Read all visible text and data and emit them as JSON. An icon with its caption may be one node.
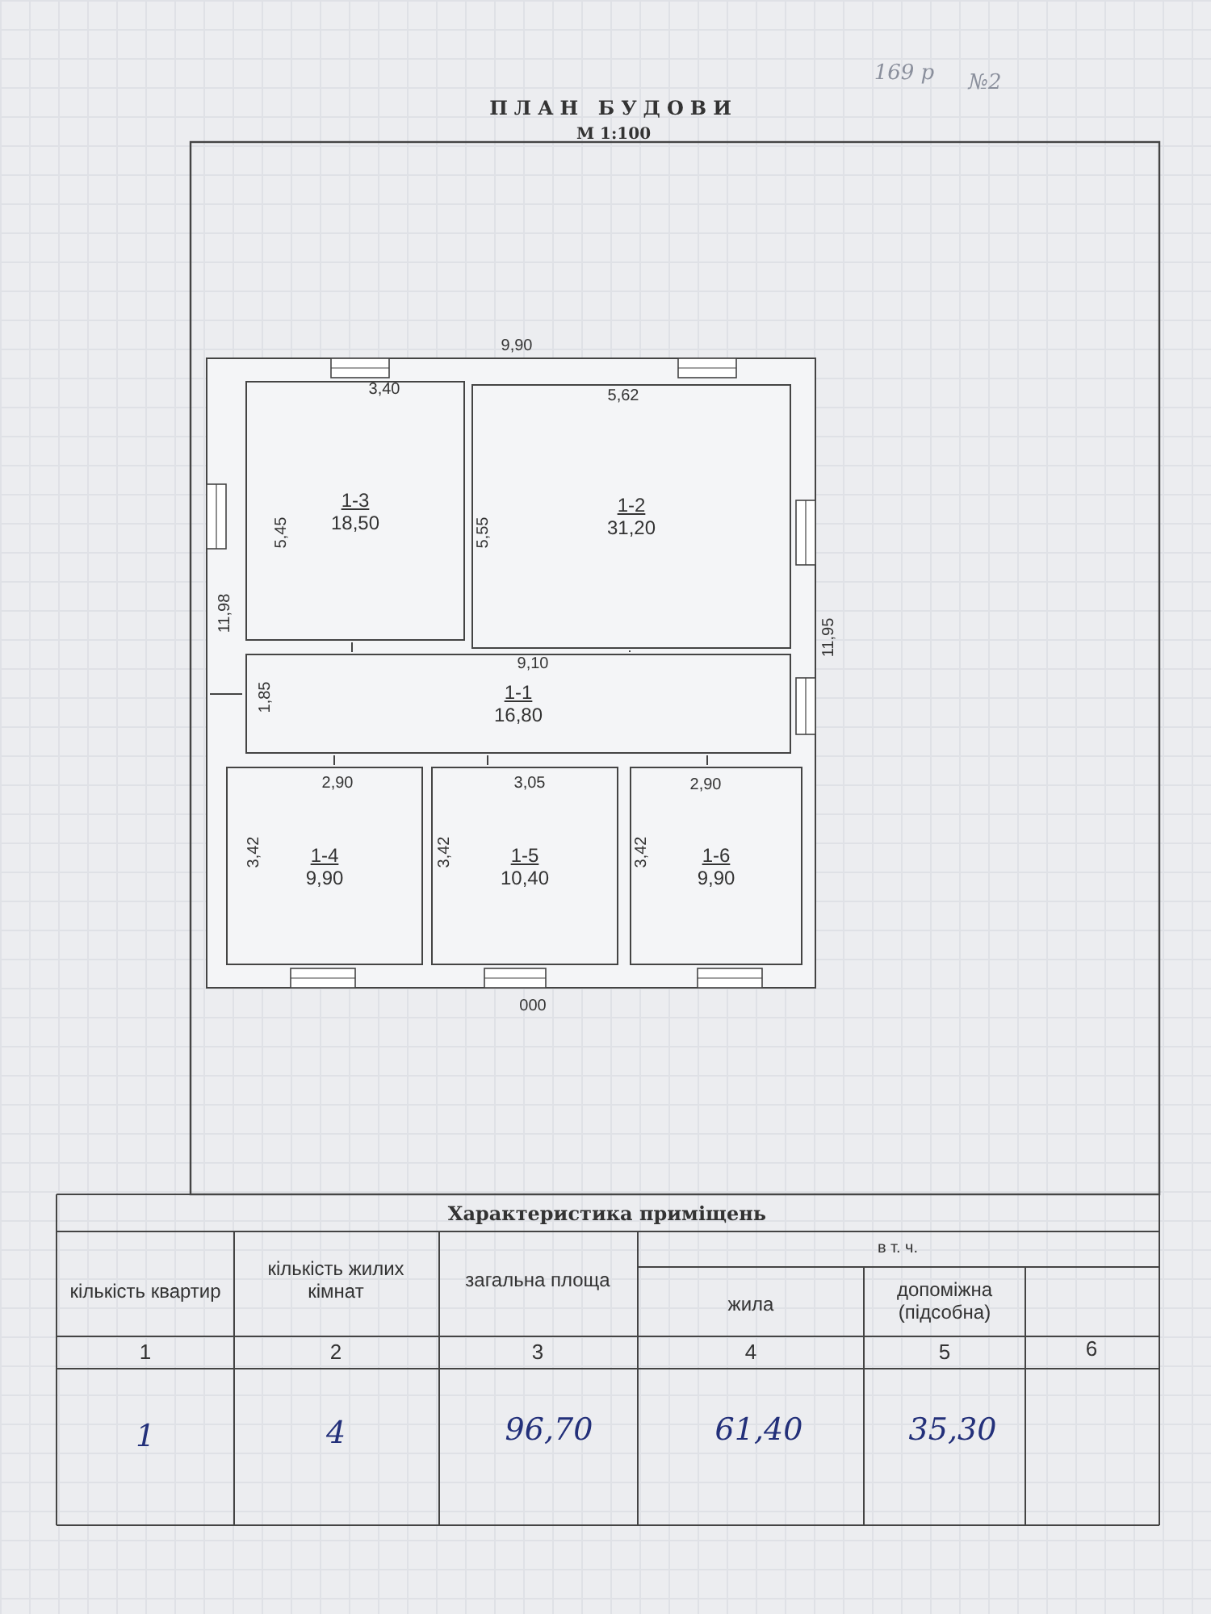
{
  "diagram": {
    "title": "ПЛАН БУДОВИ",
    "nodes": [
      {
        "text": [
          "1-3",
          "18,50"
        ]
      },
      {
        "text": [
          "1-2",
          "31,20"
        ]
      },
      {
        "text": [
          "1-1",
          "16,80"
        ]
      },
      {
        "text": [
          "1-4",
          "9,90"
        ]
      },
      {
        "text": [
          "1-5",
          "10,40"
        ]
      },
      {
        "text": [
          "1-6",
          "9,90"
        ]
      }
    ],
    "edges": [],
    "labels": [
      "М 1:100",
      "169 р",
      "№2",
      "9,90",
      "3,40",
      "5,62",
      "5,45",
      "5,55",
      "11,98",
      "11,95",
      "9,10",
      "1,85",
      "2,90",
      "3,05",
      "2,90",
      "3,42",
      "3,42",
      "3,42",
      "000",
      "Характеристика приміщень",
      "кількість квартир",
      "кількість жилих кімнат",
      "загальна площа",
      "в т. ч.",
      "жила",
      "допоміжна (підсобна)",
      "1",
      "2",
      "3",
      "4",
      "5",
      "6",
      "1",
      "4",
      "96,70",
      "61,40",
      "35,30"
    ]
  }
}
